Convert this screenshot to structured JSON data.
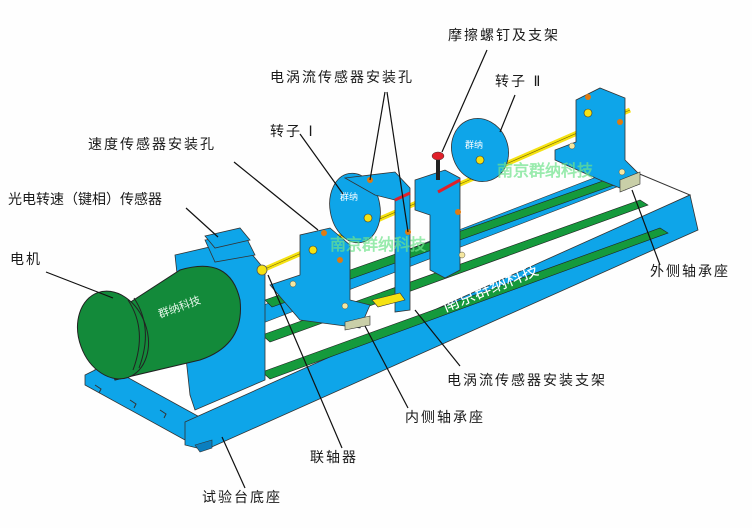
{
  "diagram": {
    "subject": "rotor test bench",
    "colors": {
      "frame_blue": "#0ea5e9",
      "frame_dark": "#0b7fbf",
      "rail_green": "#159a3c",
      "motor_green": "#138a3a",
      "shaft_yellow": "#f5e212",
      "bolt_orange": "#e07b10",
      "red_marker": "#e0202a",
      "foot_gray": "#c9cfa8",
      "leader_line": "#111111"
    },
    "labels": {
      "friction_screw": "摩擦螺钉及支架",
      "eddy_sensor_holes": "电涡流传感器安装孔",
      "rotor_2": "转子 Ⅱ",
      "rotor_1": "转子 Ⅰ",
      "speed_sensor_hole": "速度传感器安装孔",
      "photo_sensor": "光电转速（键相）传感器",
      "motor": "电机",
      "outer_bearing": "外侧轴承座",
      "eddy_sensor_bracket": "电涡流传感器安装支架",
      "inner_bearing": "内侧轴承座",
      "coupling": "联轴器",
      "base": "试验台底座"
    },
    "watermarks": {
      "motor_brand": "群纳科技",
      "base_brand": "南京群纳科技",
      "overlay_brand": "南京群纳科技",
      "rotor_brand": "群纳"
    }
  }
}
